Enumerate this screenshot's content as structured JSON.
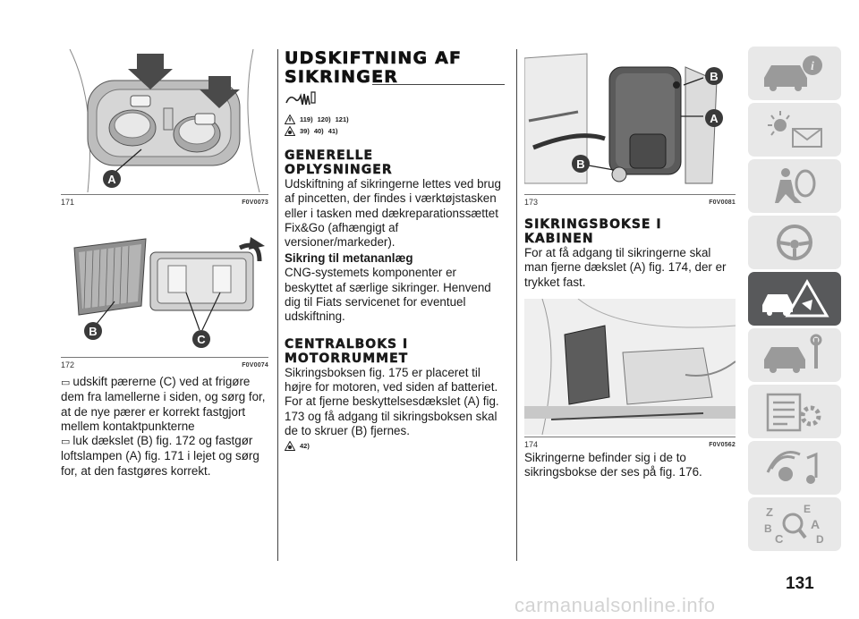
{
  "figures": {
    "f171": {
      "num": "171",
      "code": "F0V0073",
      "label_a": "A"
    },
    "f172": {
      "num": "172",
      "code": "F0V0074",
      "label_b": "B",
      "label_c": "C"
    },
    "f173": {
      "num": "173",
      "code": "F0V0081",
      "label_b": "B",
      "label_a": "A",
      "label_b2": "B"
    },
    "f174": {
      "num": "174",
      "code": "F0V0562"
    }
  },
  "col1": {
    "p1": "udskift pærerne (C) ved at frigøre dem fra lamellerne i siden, og sørg for, at de nye pærer er korrekt fastgjort mellem kontaktpunkterne",
    "p2": "luk dækslet (B) fig. 172 og fastgør loftslampen (A) fig. 171 i lejet og sørg for, at den fastgøres korrekt."
  },
  "col2": {
    "title_line1": "UDSKIFTNING AF",
    "title_line2": "SIKRINGER",
    "refs1": [
      "119)",
      "120)",
      "121)"
    ],
    "refs2": [
      "39)",
      "40)",
      "41)"
    ],
    "h_general_1": "GENERELLE",
    "h_general_2": "OPLYSNINGER",
    "p_general": "Udskiftning af sikringerne lettes ved brug af pincetten, der findes i værktøjstasken eller i tasken med dækreparationssættet Fix&Go (afhængigt af versioner/markeder).",
    "h_methane": "Sikring til metananlæg",
    "p_methane": "CNG-systemets komponenter er beskyttet af særlige sikringer. Henvend dig til Fiats servicenet for eventuel udskiftning.",
    "h_central_1": "CENTRALBOKS I",
    "h_central_2": "MOTORRUMMET",
    "p_central": "Sikringsboksen fig. 175 er placeret til højre for motoren, ved siden af batteriet. For at fjerne beskyttelsesdækslet (A) fig. 173 og få adgang til sikringsboksen skal de to skruer (B) fjernes.",
    "refs3": [
      "42)"
    ]
  },
  "col3": {
    "h_box_1": "SIKRINGSBOKSE I",
    "h_box_2": "KABINEN",
    "p_box": "For at få adgang til sikringerne skal man fjerne dækslet (A) fig. 174, der er trykket fast.",
    "p_after": "Sikringerne befinder sig i de to sikringsbokse der ses på fig. 176."
  },
  "sidebar": {
    "tabs": [
      "car-info-icon",
      "lights-mail-icon",
      "airbag-icon",
      "steering-wheel-icon",
      "emergency-icon",
      "maintenance-icon",
      "specs-icon",
      "multimedia-icon",
      "index-icon"
    ],
    "active_index": 4,
    "tab7_letters": {
      "z": "Z",
      "e": "E",
      "a": "A",
      "b": "B",
      "c": "C",
      "d": "D"
    }
  },
  "page_number": "131",
  "watermark": "carmanualsonline.info"
}
